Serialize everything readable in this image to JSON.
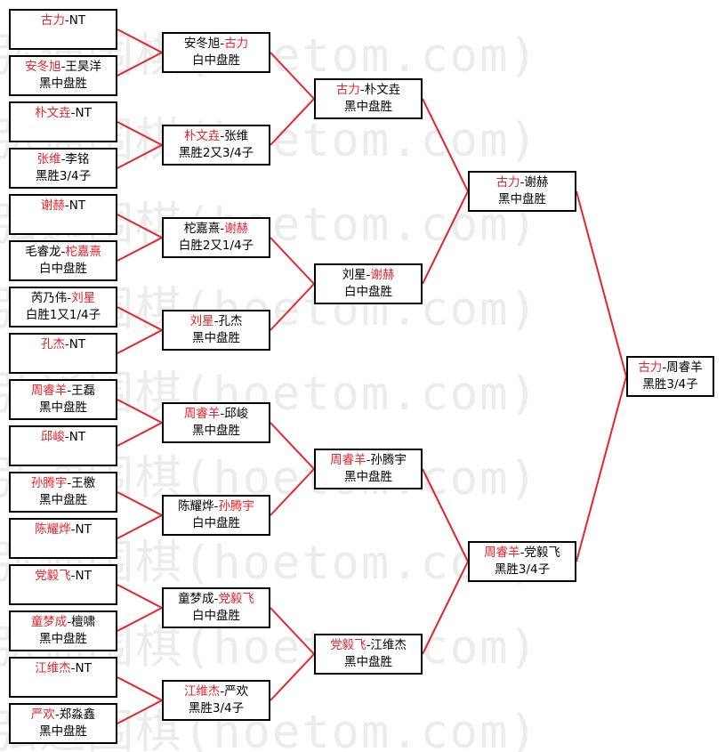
{
  "watermark": "弘通围棋(hoetom.com)",
  "colors": {
    "winner": "#e8232a",
    "line": "#e8232a"
  },
  "rounds": [
    [
      {
        "line1": [
          {
            "t": "古力",
            "w": true
          },
          {
            "t": "-NT"
          }
        ],
        "line2": ""
      },
      {
        "line1": [
          {
            "t": "安冬旭",
            "w": true
          },
          {
            "t": "-王昊洋"
          }
        ],
        "line2": "黑中盘胜"
      },
      {
        "line1": [
          {
            "t": "朴文垚",
            "w": true
          },
          {
            "t": "-NT"
          }
        ],
        "line2": ""
      },
      {
        "line1": [
          {
            "t": "张维",
            "w": true
          },
          {
            "t": "-李铭"
          }
        ],
        "line2": "黑胜3/4子"
      },
      {
        "line1": [
          {
            "t": "谢赫",
            "w": true
          },
          {
            "t": "-NT"
          }
        ],
        "line2": ""
      },
      {
        "line1": [
          {
            "t": "毛睿龙-"
          },
          {
            "t": "柁嘉熹",
            "w": true
          }
        ],
        "line2": "白中盘胜"
      },
      {
        "line1": [
          {
            "t": "芮乃伟-"
          },
          {
            "t": "刘星",
            "w": true
          }
        ],
        "line2": "白胜1又1/4子"
      },
      {
        "line1": [
          {
            "t": "孔杰",
            "w": true
          },
          {
            "t": "-NT"
          }
        ],
        "line2": ""
      },
      {
        "line1": [
          {
            "t": "周睿羊",
            "w": true
          },
          {
            "t": "-王磊"
          }
        ],
        "line2": "黑中盘胜"
      },
      {
        "line1": [
          {
            "t": "邱峻",
            "w": true
          },
          {
            "t": "-NT"
          }
        ],
        "line2": ""
      },
      {
        "line1": [
          {
            "t": "孙腾宇",
            "w": true
          },
          {
            "t": "-王檄"
          }
        ],
        "line2": "黑中盘胜"
      },
      {
        "line1": [
          {
            "t": "陈耀烨",
            "w": true
          },
          {
            "t": "-NT"
          }
        ],
        "line2": ""
      },
      {
        "line1": [
          {
            "t": "党毅飞",
            "w": true
          },
          {
            "t": "-NT"
          }
        ],
        "line2": ""
      },
      {
        "line1": [
          {
            "t": "童梦成",
            "w": true
          },
          {
            "t": "-檀啸"
          }
        ],
        "line2": "黑中盘胜"
      },
      {
        "line1": [
          {
            "t": "江维杰",
            "w": true
          },
          {
            "t": "-NT"
          }
        ],
        "line2": ""
      },
      {
        "line1": [
          {
            "t": "严欢",
            "w": true
          },
          {
            "t": "-郑淼鑫"
          }
        ],
        "line2": "黑中盘胜"
      }
    ],
    [
      {
        "line1": [
          {
            "t": "安冬旭-"
          },
          {
            "t": "古力",
            "w": true
          }
        ],
        "line2": "白中盘胜"
      },
      {
        "line1": [
          {
            "t": "朴文垚",
            "w": true
          },
          {
            "t": "-张维"
          }
        ],
        "line2": "黑胜2又3/4子"
      },
      {
        "line1": [
          {
            "t": "柁嘉熹-"
          },
          {
            "t": "谢赫",
            "w": true
          }
        ],
        "line2": "白胜2又1/4子"
      },
      {
        "line1": [
          {
            "t": "刘星",
            "w": true
          },
          {
            "t": "-孔杰"
          }
        ],
        "line2": "黑中盘胜"
      },
      {
        "line1": [
          {
            "t": "周睿羊",
            "w": true
          },
          {
            "t": "-邱峻"
          }
        ],
        "line2": "黑中盘胜"
      },
      {
        "line1": [
          {
            "t": "陈耀烨-"
          },
          {
            "t": "孙腾宇",
            "w": true
          }
        ],
        "line2": "白中盘胜"
      },
      {
        "line1": [
          {
            "t": "童梦成-"
          },
          {
            "t": "党毅飞",
            "w": true
          }
        ],
        "line2": "白中盘胜"
      },
      {
        "line1": [
          {
            "t": "江维杰",
            "w": true
          },
          {
            "t": "-严欢"
          }
        ],
        "line2": "黑胜3/4子"
      }
    ],
    [
      {
        "line1": [
          {
            "t": "古力",
            "w": true
          },
          {
            "t": "-朴文垚"
          }
        ],
        "line2": "黑中盘胜"
      },
      {
        "line1": [
          {
            "t": "刘星-"
          },
          {
            "t": "谢赫",
            "w": true
          }
        ],
        "line2": "白中盘胜"
      },
      {
        "line1": [
          {
            "t": "周睿羊",
            "w": true
          },
          {
            "t": "-孙腾宇"
          }
        ],
        "line2": "黑中盘胜"
      },
      {
        "line1": [
          {
            "t": "党毅飞",
            "w": true
          },
          {
            "t": "-江维杰"
          }
        ],
        "line2": "黑中盘胜"
      }
    ],
    [
      {
        "line1": [
          {
            "t": "古力",
            "w": true
          },
          {
            "t": "-谢赫"
          }
        ],
        "line2": "黑中盘胜"
      },
      {
        "line1": [
          {
            "t": "周睿羊",
            "w": true
          },
          {
            "t": "-党毅飞"
          }
        ],
        "line2": "黑胜3/4子"
      }
    ],
    [
      {
        "line1": [
          {
            "t": "古力",
            "w": true
          },
          {
            "t": "-周睿羊"
          }
        ],
        "line2": "黑胜3/4子"
      }
    ]
  ]
}
